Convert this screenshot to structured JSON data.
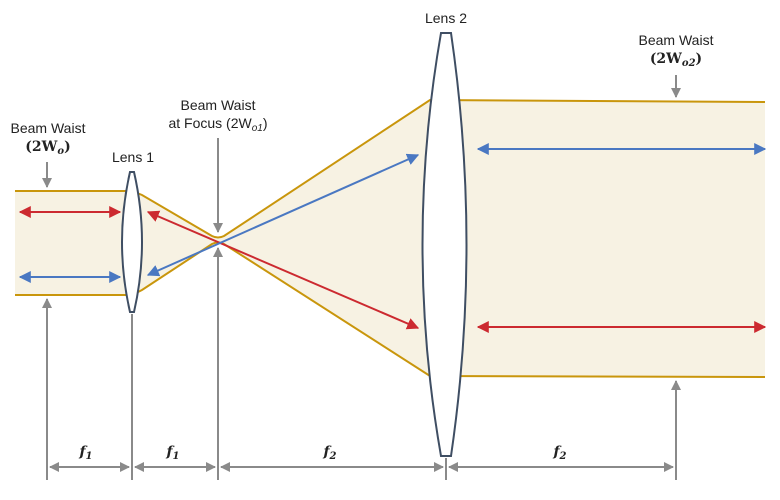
{
  "labels": {
    "beam_waist_left": "Beam Waist",
    "beam_waist_left_sym": "(2W",
    "beam_waist_left_sub": "o",
    "lens1": "Lens 1",
    "beam_waist_focus_line1": "Beam Waist",
    "beam_waist_focus_line2": "at Focus (2W",
    "beam_waist_focus_sub": "o1",
    "lens2": "Lens 2",
    "beam_waist_right": "Beam Waist",
    "beam_waist_right_sym": "(2W",
    "beam_waist_right_sub": "o2",
    "close_paren": ")",
    "f1": "f",
    "f1_sub": "1",
    "f2": "f",
    "f2_sub": "2"
  },
  "colors": {
    "beam_fill": "#f7f2e3",
    "beam_edge": "#c9960c",
    "red_ray": "#cc2a30",
    "blue_ray": "#4a78c2",
    "dimension": "#8a8a8a",
    "lens_edge": "#3f4e63"
  }
}
